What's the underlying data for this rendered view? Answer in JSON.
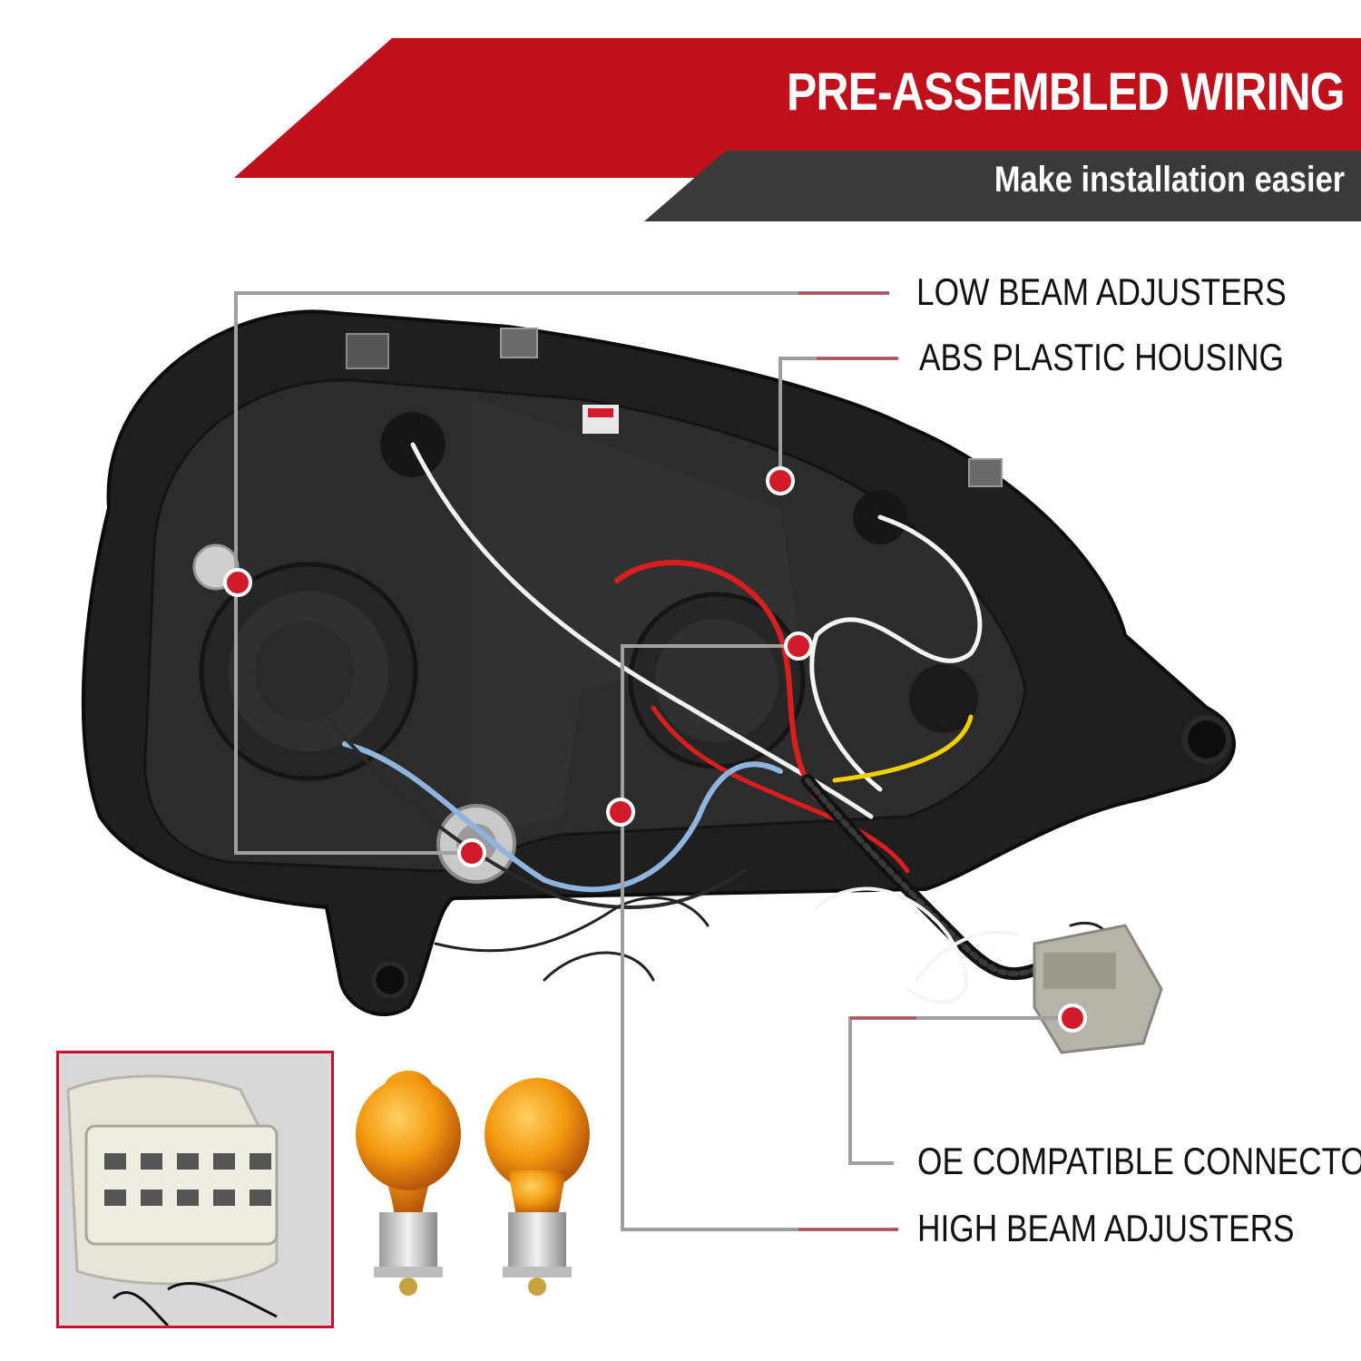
{
  "banner": {
    "title": "PRE-ASSEMBLED WIRING",
    "subtitle": "Make installation easier",
    "red": "#c0101c",
    "dark": "#3a3a3a"
  },
  "callouts": [
    {
      "text": "LOW BEAM ADJUSTERS"
    },
    {
      "text": "ABS PLASTIC HOUSING"
    },
    {
      "text": "OE COMPATIBLE CONNECTOR"
    },
    {
      "text": "HIGH BEAM ADJUSTERS"
    }
  ],
  "colors": {
    "accent": "#d11a2a",
    "line": "#a0a0a0"
  }
}
